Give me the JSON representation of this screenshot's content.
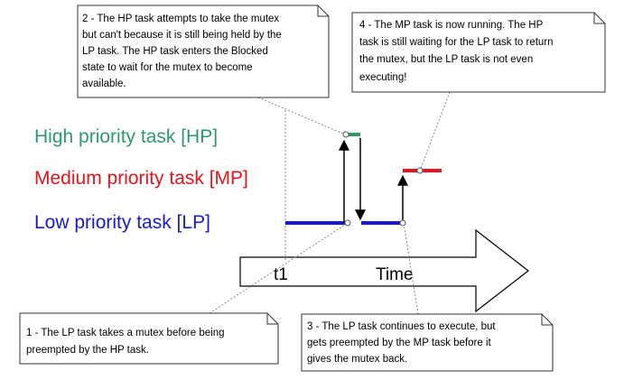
{
  "colors": {
    "high": "#2e9a6a",
    "medium": "#e8141b",
    "low": "#1818d8",
    "ink": "#000000",
    "note_border": "#333333",
    "arrow_fill": "#ffffff",
    "dotted": "#888888"
  },
  "task_labels": {
    "high": "High priority task [HP]",
    "medium": "Medium priority task [MP]",
    "low": "Low priority task [LP]"
  },
  "time_arrow": {
    "t1": "t1",
    "time": "Time"
  },
  "notes": {
    "note2": [
      "2 - The HP task attempts to take the mutex",
      "but can't because it is still being held by the",
      "LP task.  The HP task enters the Blocked",
      "state to wait for the mutex to become",
      "available."
    ],
    "note4": [
      "4 - The MP task is now running.  The HP",
      "task is still waiting for the LP task to return",
      "the mutex, but the LP task is not even",
      "executing!"
    ],
    "note1": [
      "1 - The LP task takes a mutex before being",
      "preempted by the HP task."
    ],
    "note3": [
      "3 - The LP task continues to execute, but",
      "gets preempted by the MP task before it",
      "gives the mutex back."
    ]
  }
}
